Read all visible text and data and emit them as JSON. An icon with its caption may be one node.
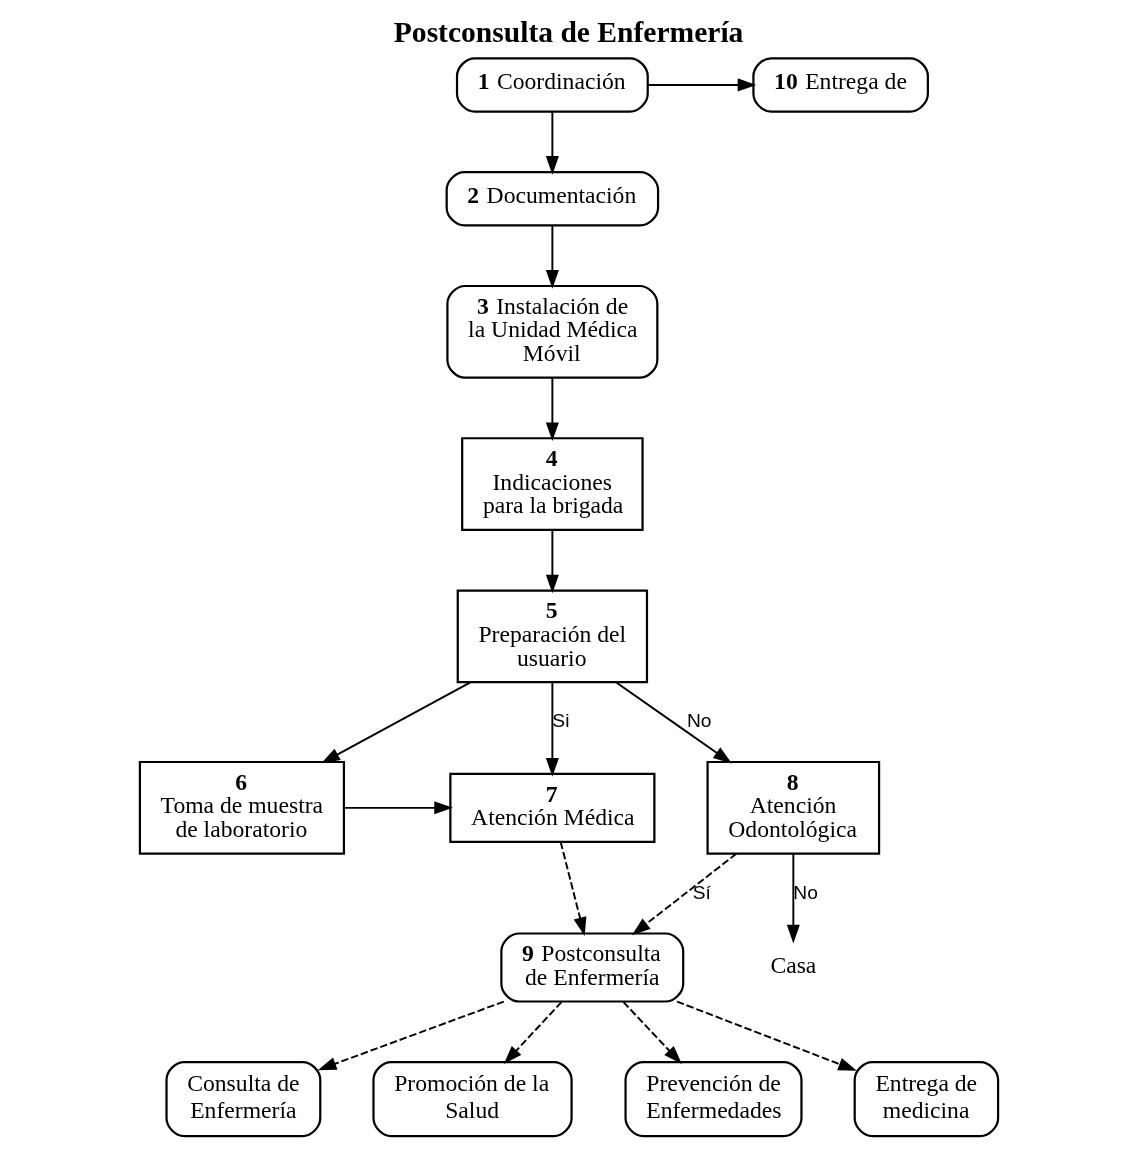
{
  "diagram": {
    "title": "Postconsulta de Enfermería",
    "nodes": [
      {
        "text": [
          "**1** Coordinación"
        ]
      },
      {
        "text": [
          "**10** Entrega de"
        ]
      },
      {
        "text": [
          "**2** Documentación"
        ]
      },
      {
        "text": [
          "**3** Instalación de la Unidad Médica Móvil"
        ]
      },
      {
        "text": [
          "4",
          "Indicaciones para la brigada"
        ]
      },
      {
        "text": [
          "5",
          "Preparación del usuario"
        ]
      },
      {
        "text": [
          "7",
          "Atención Médica"
        ]
      },
      {
        "text": [
          "6",
          "Toma de muestra de laboratorio"
        ]
      },
      {
        "text": [
          "8",
          "Atención Odontológica"
        ]
      },
      {
        "text": [
          "**9** Postconsulta de Enfermería"
        ]
      },
      {
        "text": [
          "Casa"
        ]
      },
      {
        "text": [
          "Consulta de Enfermería"
        ]
      },
      {
        "text": [
          "Promoción de la Salud"
        ]
      },
      {
        "text": [
          "Prevención de Enfermedades"
        ]
      },
      {
        "text": [
          "Entrega de medicina"
        ]
      }
    ],
    "edges": [
      {
        "from": 0,
        "to": 1,
        "arrow": "to"
      },
      {
        "from": 0,
        "to": 2,
        "arrow": "to"
      },
      {
        "from": 2,
        "to": 3,
        "arrow": "to"
      },
      {
        "from": 3,
        "to": 4,
        "arrow": "to"
      },
      {
        "from": 4,
        "to": 5,
        "arrow": "to"
      },
      {
        "from": 5,
        "to": 6,
        "arrow": "to",
        "label": "Si"
      },
      {
        "from": 5,
        "to": 7,
        "arrow": "to"
      },
      {
        "from": 5,
        "to": 8,
        "arrow": "to",
        "label": "No"
      },
      {
        "from": 7,
        "to": 6,
        "arrow": "to"
      },
      {
        "from": 6,
        "to": 9,
        "arrow": "to",
        "style": "dashed"
      },
      {
        "from": 8,
        "to": 9,
        "arrow": "to",
        "style": "dashed",
        "label": "Sí"
      },
      {
        "from": 8,
        "to": 10,
        "arrow": "to",
        "label": "No"
      },
      {
        "from": 9,
        "to": 11,
        "arrow": "to",
        "style": "dashed"
      },
      {
        "from": 9,
        "to": 12,
        "arrow": "to",
        "style": "dashed"
      },
      {
        "from": 9,
        "to": 13,
        "arrow": "to",
        "style": "dashed"
      },
      {
        "from": 9,
        "to": 14,
        "arrow": "to",
        "style": "dashed"
      }
    ]
  }
}
